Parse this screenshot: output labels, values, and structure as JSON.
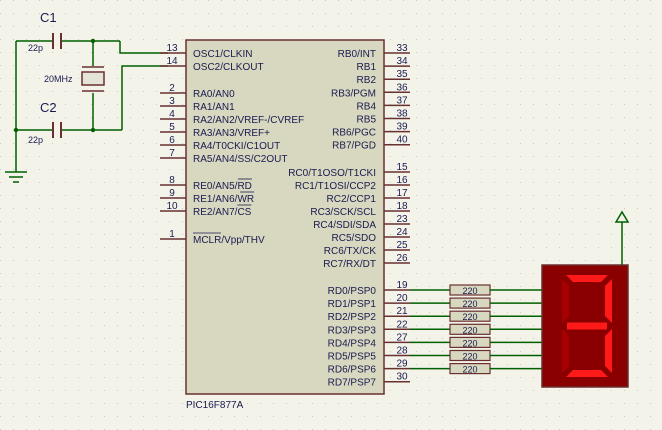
{
  "colors": {
    "background": "#f3f3ea",
    "grid_dot": "#c8c8c0",
    "wire": "#006000",
    "chip_fill": "#d8d8c0",
    "chip_border": "#6a3030",
    "component": "#6a3030",
    "text": "#1a1a50",
    "display_bg": "#8a0000",
    "segment_on": "#ff1a1a",
    "segment_off": "#a80000"
  },
  "capacitors": {
    "c1": {
      "ref": "C1",
      "value": "22p"
    },
    "c2": {
      "ref": "C2",
      "value": "22p"
    }
  },
  "crystal": {
    "value": "20MHz"
  },
  "mcu": {
    "part": "PIC16F877A",
    "left_pins": [
      {
        "num": "13",
        "name": "OSC1/CLKIN"
      },
      {
        "num": "14",
        "name": "OSC2/CLKOUT"
      },
      {
        "num": "2",
        "name": "RA0/AN0"
      },
      {
        "num": "3",
        "name": "RA1/AN1"
      },
      {
        "num": "4",
        "name": "RA2/AN2/VREF-/CVREF"
      },
      {
        "num": "5",
        "name": "RA3/AN3/VREF+"
      },
      {
        "num": "6",
        "name": "RA4/T0CKI/C1OUT"
      },
      {
        "num": "7",
        "name": "RA5/AN4/SS/C2OUT"
      },
      {
        "num": "8",
        "name": "RE0/AN5/RD"
      },
      {
        "num": "9",
        "name": "RE1/AN6/WR"
      },
      {
        "num": "10",
        "name": "RE2/AN7/CS"
      },
      {
        "num": "1",
        "name": "MCLR/Vpp/THV"
      }
    ],
    "right_pins": [
      {
        "num": "33",
        "name": "RB0/INT"
      },
      {
        "num": "34",
        "name": "RB1"
      },
      {
        "num": "35",
        "name": "RB2"
      },
      {
        "num": "36",
        "name": "RB3/PGM"
      },
      {
        "num": "37",
        "name": "RB4"
      },
      {
        "num": "38",
        "name": "RB5"
      },
      {
        "num": "39",
        "name": "RB6/PGC"
      },
      {
        "num": "40",
        "name": "RB7/PGD"
      },
      {
        "num": "15",
        "name": "RC0/T1OSO/T1CKI"
      },
      {
        "num": "16",
        "name": "RC1/T1OSI/CCP2"
      },
      {
        "num": "17",
        "name": "RC2/CCP1"
      },
      {
        "num": "18",
        "name": "RC3/SCK/SCL"
      },
      {
        "num": "23",
        "name": "RC4/SDI/SDA"
      },
      {
        "num": "24",
        "name": "RC5/SDO"
      },
      {
        "num": "25",
        "name": "RC6/TX/CK"
      },
      {
        "num": "26",
        "name": "RC7/RX/DT"
      },
      {
        "num": "19",
        "name": "RD0/PSP0"
      },
      {
        "num": "20",
        "name": "RD1/PSP1"
      },
      {
        "num": "21",
        "name": "RD2/PSP2"
      },
      {
        "num": "22",
        "name": "RD3/PSP3"
      },
      {
        "num": "27",
        "name": "RD4/PSP4"
      },
      {
        "num": "28",
        "name": "RD5/PSP5"
      },
      {
        "num": "29",
        "name": "RD6/PSP6"
      },
      {
        "num": "30",
        "name": "RD7/PSP7"
      }
    ]
  },
  "resistors": [
    "220",
    "220",
    "220",
    "220",
    "220",
    "220",
    "220"
  ],
  "display": {
    "digit_shown": "3"
  }
}
